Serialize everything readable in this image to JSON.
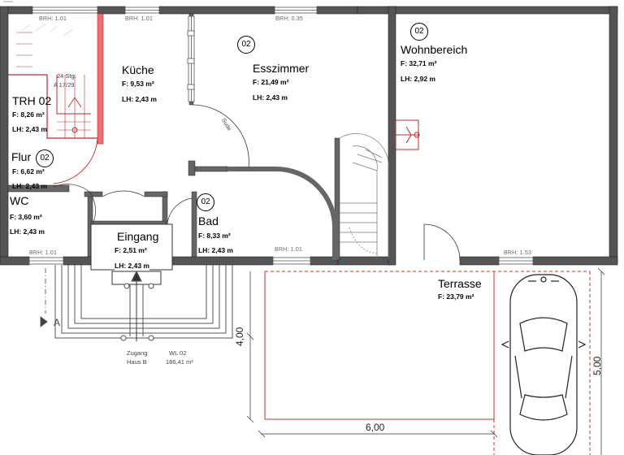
{
  "rooms": {
    "kueche": {
      "name": "Küche",
      "area": "F: 9,53 m²",
      "lh": "LH: 2,43 m"
    },
    "esszimmer": {
      "name": "Esszimmer",
      "area": "F: 21,49 m²",
      "lh": "LH: 2,43 m",
      "tag": "02"
    },
    "wohn": {
      "name": "Wohnbereich",
      "area": "F: 32,71 m²",
      "lh": "LH: 2,92 m",
      "tag": "02"
    },
    "trh": {
      "name": "TRH 02",
      "area": "F: 8,26 m²",
      "lh": "LH: 2,43 m"
    },
    "flur": {
      "name": "Flur",
      "area": "F: 6,62 m²",
      "lh": "LH: 2,43 m",
      "tag": "02"
    },
    "wc": {
      "name": "WC",
      "area": "F: 3,60 m²",
      "lh": "LH: 2,43 m"
    },
    "bad": {
      "name": "Bad",
      "area": "F: 8,33 m²",
      "lh": "LH: 2,43 m",
      "tag": "02"
    },
    "eingang": {
      "name": "Eingang",
      "area": "F: 2,51 m²",
      "lh": "LH: 2,43 m"
    },
    "terrasse": {
      "name": "Terrasse",
      "area": "F: 23,79 m²"
    }
  },
  "brh": {
    "top_left": "BRH: 1.01",
    "top_mid": "BRH: 1.01",
    "top_right": "BRH: 0.35",
    "bad": "BRH: 1.01",
    "wc": "BRH: 1.01",
    "wohn": "BRH: 1.53"
  },
  "stairs": {
    "steps": "24 Stg.",
    "ratio": "A 17/29"
  },
  "door_note": "Sude",
  "entrance": {
    "line1": "Zugang",
    "line2": "Haus B",
    "unit": "WL 02",
    "area": "186,41 m²"
  },
  "section_marker": "A",
  "dimensions": {
    "terrace_width": "6,00",
    "terrace_depth": "4,00",
    "parking": "5,00"
  }
}
